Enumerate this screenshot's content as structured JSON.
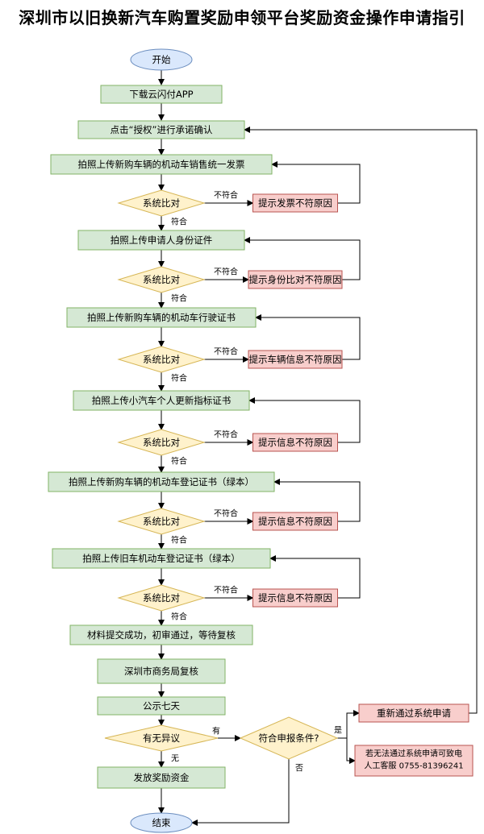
{
  "title": "深圳市以旧换新汽车购置奖励申领平台奖励资金操作申请指引",
  "colors": {
    "start": "#dae8fc",
    "startStroke": "#6c8ebf",
    "step": "#d5e8d4",
    "stepStroke": "#82b366",
    "decision": "#fff2cc",
    "decisionStroke": "#d6b656",
    "error": "#f8cecc",
    "errorStroke": "#b85450"
  },
  "nodes": {
    "start": "开始",
    "download": "下载云闪付APP",
    "authorize": "点击“授权”进行承诺确认",
    "invoice": "拍照上传新购车辆的机动车销售统一发票",
    "compare": "系统比对",
    "invoice_err": "提示发票不符原因",
    "id_card": "拍照上传申请人身份证件",
    "id_err": "提示身份比对不符原因",
    "license": "拍照上传新购车辆的机动车行驶证书",
    "license_err": "提示车辆信息不符原因",
    "quota": "拍照上传小汽车个人更新指标证书",
    "info_err": "提示信息不符原因",
    "reg_new": "拍照上传新购车辆的机动车登记证书（绿本）",
    "reg_old": "拍照上传旧车机动车登记证书（绿本）",
    "submitted": "材料提交成功，初审通过，等待复核",
    "review": "深圳市商务局复核",
    "publicize": "公示七天",
    "objection": "有无异议",
    "eligible": "符合申报条件?",
    "reapply": "重新通过系统申请",
    "contact1": "若无法通过系统申请可致电",
    "contact2": "人工客服 0755-81396241",
    "release": "发放奖励资金",
    "end": "结束"
  },
  "edges": {
    "pass": "符合",
    "fail": "不符合",
    "has": "有",
    "none": "无",
    "yes": "是",
    "no": "否"
  }
}
